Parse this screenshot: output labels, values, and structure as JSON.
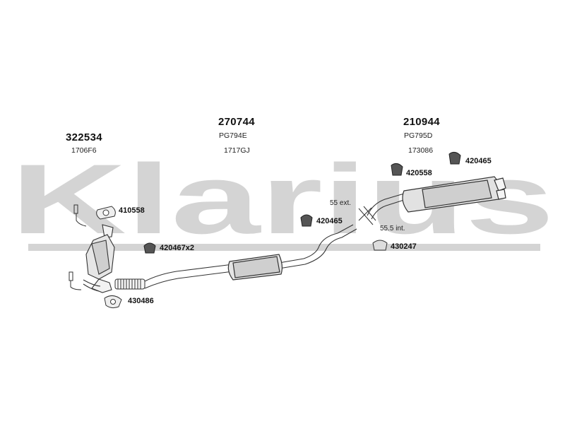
{
  "watermark": {
    "text": "Klarius",
    "color": "#d4d4d4"
  },
  "groups": [
    {
      "part_number": "322534",
      "oe_ref": "1706F6"
    },
    {
      "part_number": "270744",
      "oe_ref": "PG794E",
      "oe_ref2": "1717GJ"
    },
    {
      "part_number": "210944",
      "oe_ref": "PG795D",
      "oe_ref2": "173086"
    }
  ],
  "fittings": {
    "f410558_a": "410558",
    "f420467": "420467x2",
    "f430486": "430486",
    "f420465_a": "420465",
    "f420558": "420558",
    "f420465_b": "420465",
    "f430247": "430247"
  },
  "dimensions": {
    "ext": "55 ext.",
    "int": "55.5 int."
  }
}
